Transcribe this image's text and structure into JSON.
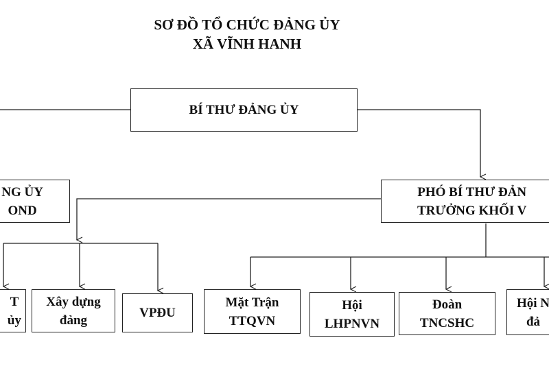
{
  "title": {
    "line1": "SƠ ĐỒ TỔ CHỨC ĐẢNG ỦY",
    "line2": "XÃ VĨNH HANH"
  },
  "nodes": {
    "bi_thu": "BÍ THƯ ĐẢNG ỦY",
    "left_head": "NG ỦY\nOND",
    "right_head": "PHÓ BÍ THƯ ĐẢN\nTRƯỞNG KHỐI V",
    "left_c1": "T\nủy",
    "left_c2": "Xây dựng\nđảng",
    "left_c3": "VPĐU",
    "right_c1": "Mặt Trận\nTTQVN",
    "right_c2": "Hội\nLHPNVN",
    "right_c3": "Đoàn\nTNCSHC",
    "right_c4": "Hội N\nđả"
  },
  "colors": {
    "line": "#222222",
    "text": "#111111"
  }
}
